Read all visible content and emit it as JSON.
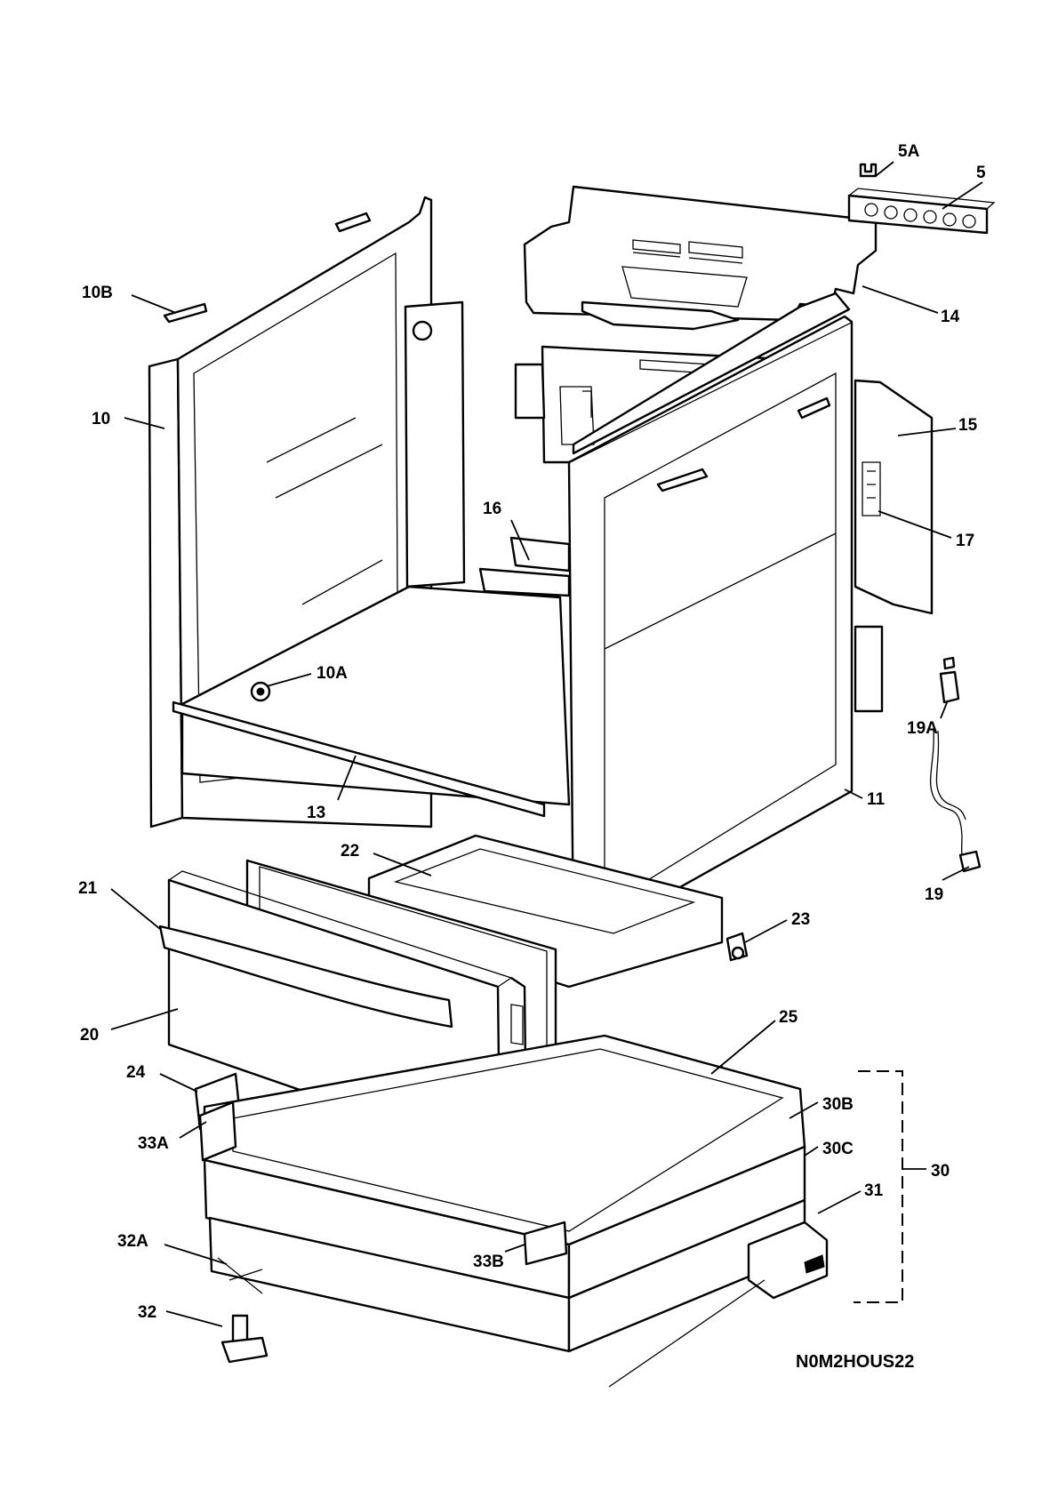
{
  "diagram_code": "N0M2HOUS22",
  "labels": {
    "p5A": "5A",
    "p5": "5",
    "p10B": "10B",
    "p14": "14",
    "p10": "10",
    "p15": "15",
    "p16": "16",
    "p17": "17",
    "p10A": "10A",
    "p19A": "19A",
    "p13": "13",
    "p11": "11",
    "p22": "22",
    "p19": "19",
    "p21": "21",
    "p23": "23",
    "p20": "20",
    "p25": "25",
    "p24": "24",
    "p30B": "30B",
    "p33A": "33A",
    "p30C": "30C",
    "p30": "30",
    "p31": "31",
    "p32A": "32A",
    "p33B": "33B",
    "p32": "32"
  }
}
